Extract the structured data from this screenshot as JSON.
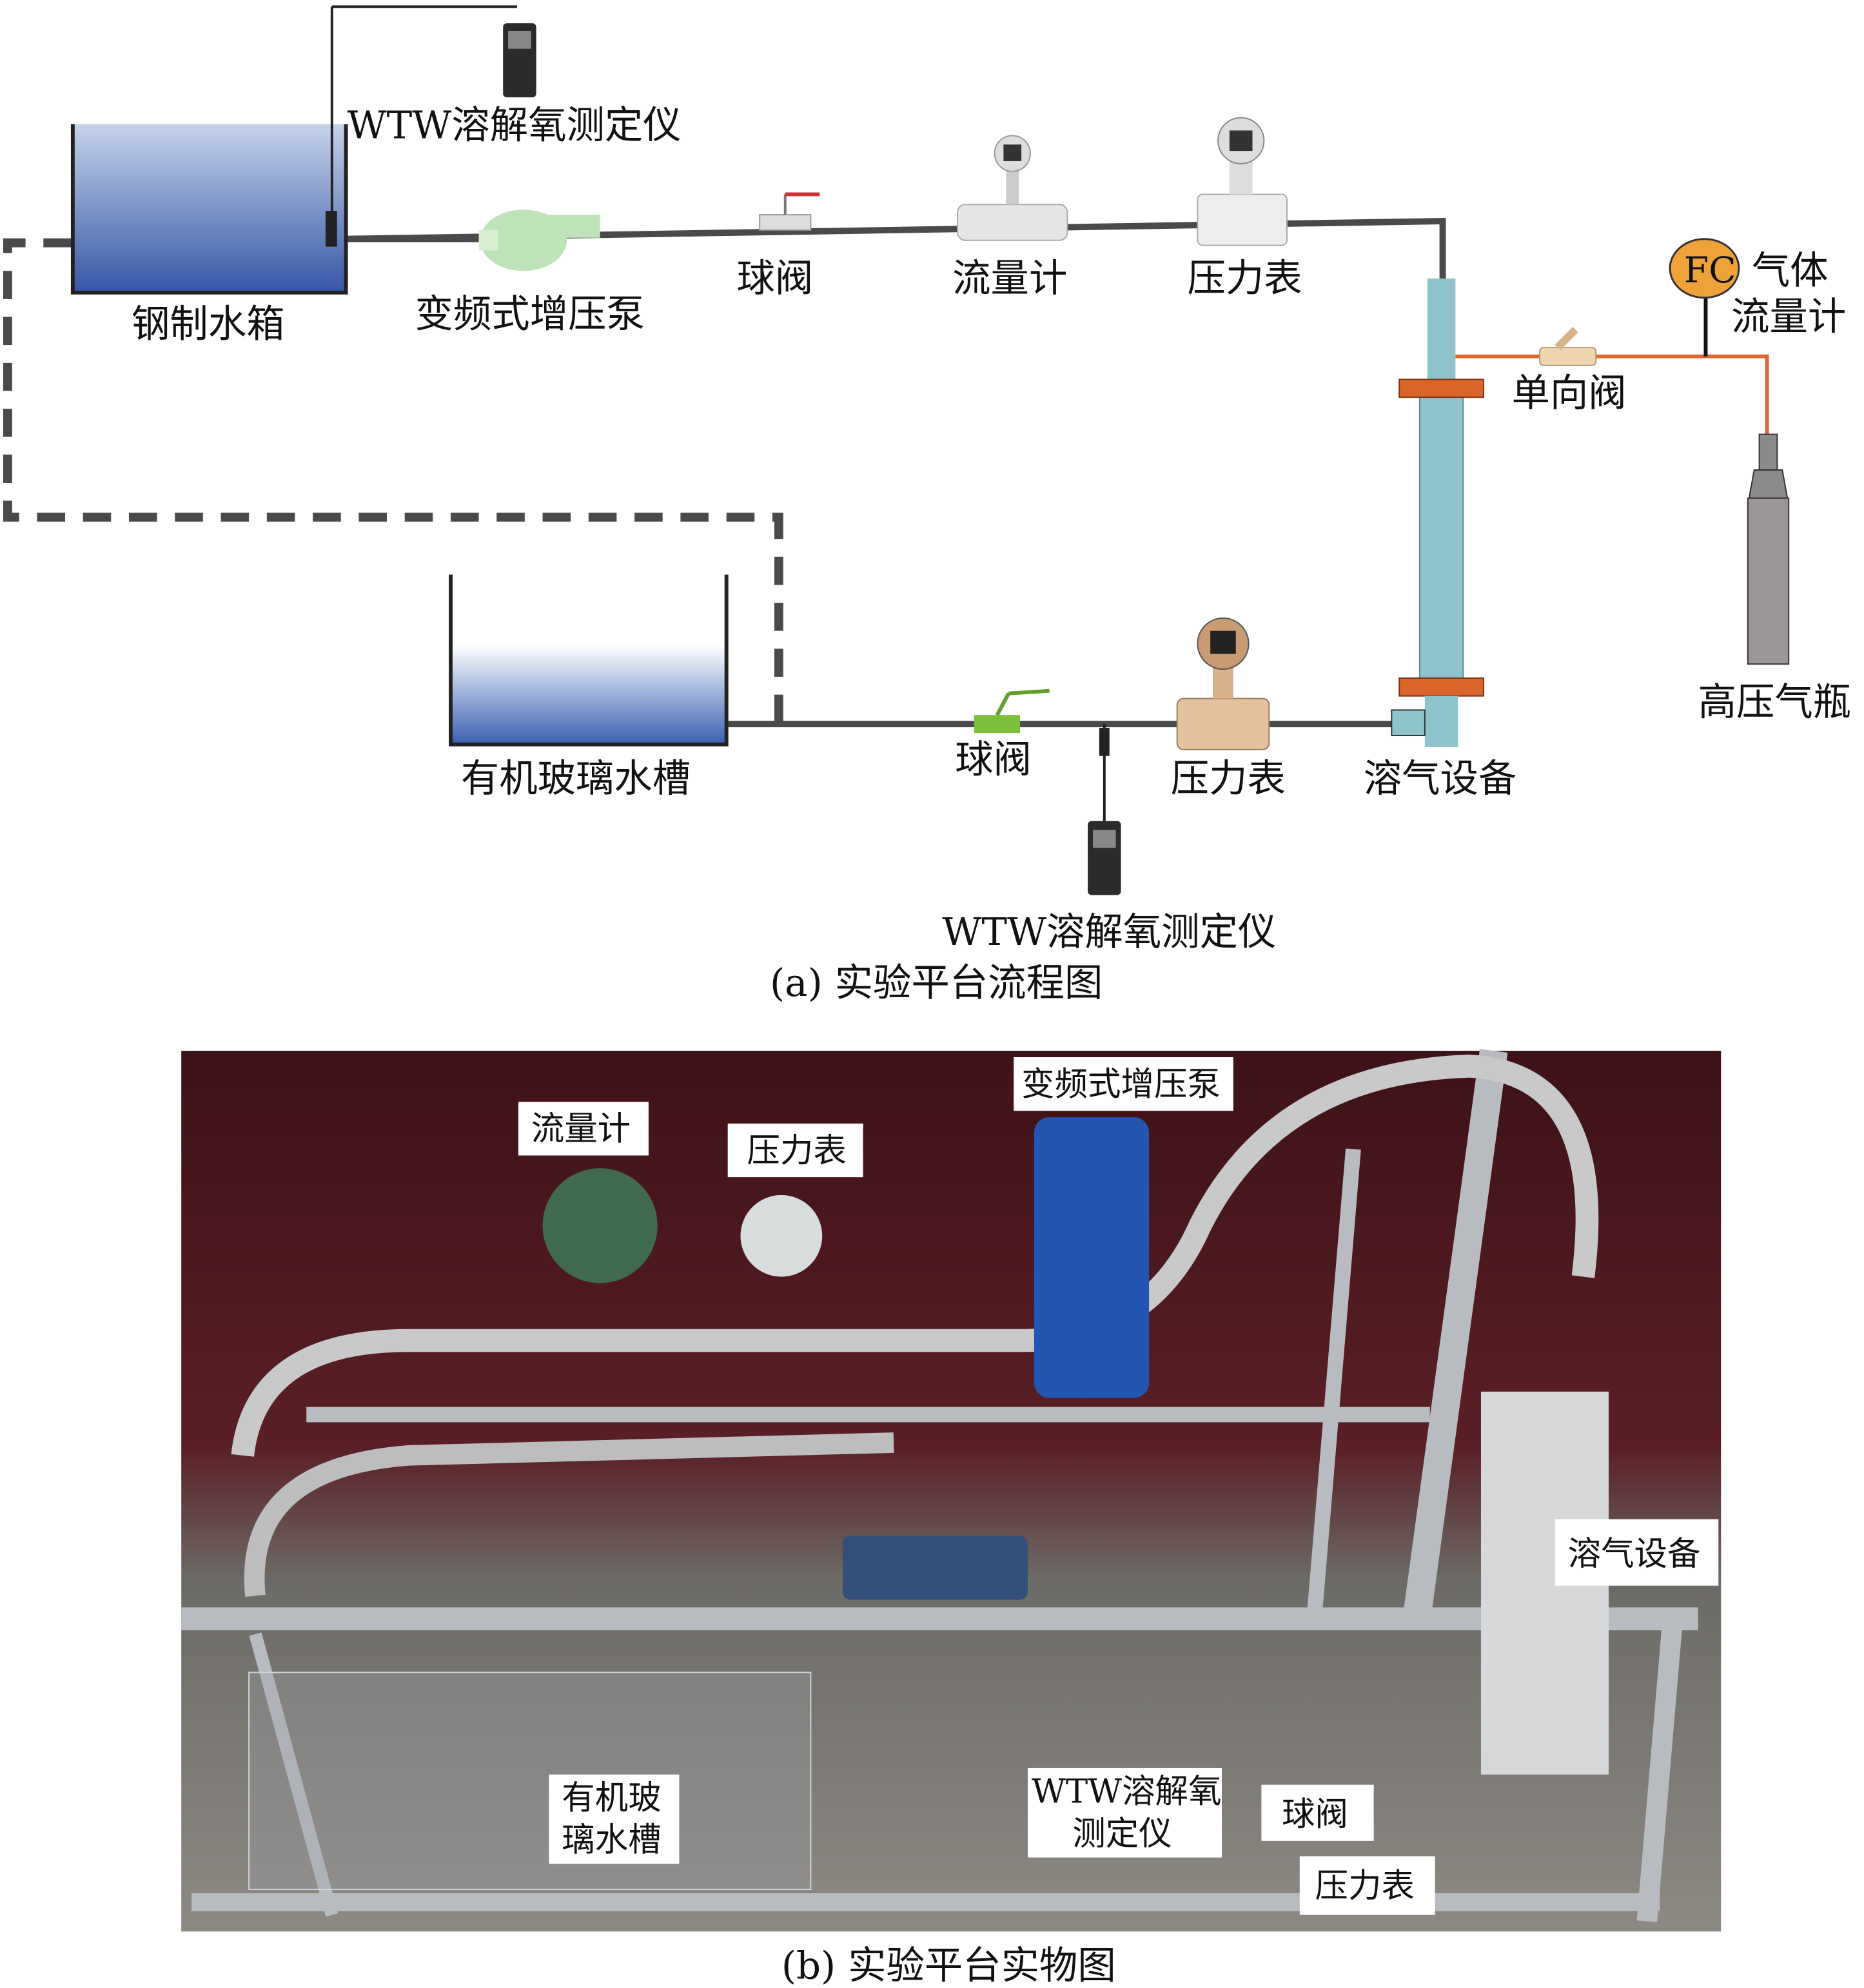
{
  "flowchart": {
    "steel_tank": "钢制水箱",
    "do_meter_top": "WTW溶解氧测定仪",
    "pump": "变频式增压泵",
    "ball_valve_top": "球阀",
    "flow_meter": "流量计",
    "pressure_gauge_top": "压力表",
    "fc_symbol": "FC",
    "gas_flow_meter_line1": "气体",
    "gas_flow_meter_line2": "流量计",
    "check_valve": "单向阀",
    "gas_cylinder": "高压气瓶",
    "dissolver": "溶气设备",
    "pressure_gauge_bottom": "压力表",
    "ball_valve_bottom": "球阀",
    "acrylic_tank": "有机玻璃水槽",
    "do_meter_bottom": "WTW溶解氧测定仪",
    "caption": "(a) 实验平台流程图"
  },
  "photo": {
    "flow_meter": "流量计",
    "pressure_gauge": "压力表",
    "pump": "变频式增压泵",
    "dissolver": "溶气设备",
    "acrylic_tank_line1": "有机玻",
    "acrylic_tank_line2": "璃水槽",
    "do_meter_line1": "WTW溶解氧",
    "do_meter_line2": "测定仪",
    "ball_valve": "球阀",
    "pressure_gauge_bottom": "压力表",
    "caption": "(b) 实验平台实物图"
  },
  "colors": {
    "water": "#3f63ad",
    "column": "#8ec3cc",
    "flange": "#d9652b",
    "gas_line": "#e0662e",
    "fc": "#f0a23a",
    "pipe": "#4a4a4a"
  }
}
